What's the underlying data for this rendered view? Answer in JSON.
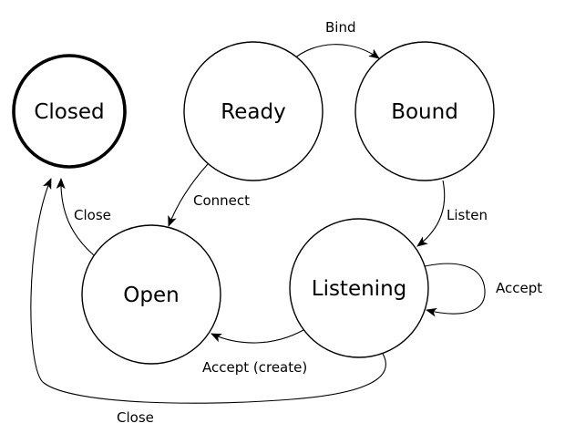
{
  "diagram": {
    "states": {
      "closed": "Closed",
      "ready": "Ready",
      "bound": "Bound",
      "open": "Open",
      "listening": "Listening"
    },
    "transitions": {
      "bind": "Bind",
      "connect": "Connect",
      "listen": "Listen",
      "close_open": "Close",
      "accept_self": "Accept",
      "accept_create": "Accept (create)",
      "close_listening": "Close"
    },
    "initial_state": "closed"
  }
}
